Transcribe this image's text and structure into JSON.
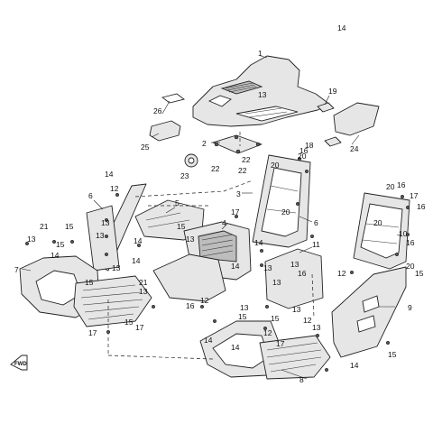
{
  "figure": {
    "badge_text": "FWD",
    "callouts": [
      {
        "id": "c1",
        "text": "1"
      },
      {
        "id": "c2",
        "text": "2"
      },
      {
        "id": "c3",
        "text": "3"
      },
      {
        "id": "c4",
        "text": "4"
      },
      {
        "id": "c5",
        "text": "5"
      },
      {
        "id": "c6a",
        "text": "6"
      },
      {
        "id": "c6b",
        "text": "6"
      },
      {
        "id": "c7",
        "text": "7"
      },
      {
        "id": "c8",
        "text": "8"
      },
      {
        "id": "c9",
        "text": "9"
      },
      {
        "id": "c10",
        "text": "10"
      },
      {
        "id": "c11",
        "text": "11"
      },
      {
        "id": "c12a",
        "text": "12"
      },
      {
        "id": "c12b",
        "text": "12"
      },
      {
        "id": "c12c",
        "text": "12"
      },
      {
        "id": "c12d",
        "text": "12"
      },
      {
        "id": "c12e",
        "text": "12"
      },
      {
        "id": "c13a",
        "text": "13"
      },
      {
        "id": "c13b",
        "text": "13"
      },
      {
        "id": "c13c",
        "text": "13"
      },
      {
        "id": "c13d",
        "text": "13"
      },
      {
        "id": "c13e",
        "text": "13"
      },
      {
        "id": "c13f",
        "text": "13"
      },
      {
        "id": "c13g",
        "text": "13"
      },
      {
        "id": "c13h",
        "text": "13"
      },
      {
        "id": "c13i",
        "text": "13"
      },
      {
        "id": "c13j",
        "text": "13"
      },
      {
        "id": "c13k",
        "text": "13"
      },
      {
        "id": "c13l",
        "text": "13"
      },
      {
        "id": "c13m",
        "text": "13"
      },
      {
        "id": "c14a",
        "text": "14"
      },
      {
        "id": "c14b",
        "text": "14"
      },
      {
        "id": "c14c",
        "text": "14"
      },
      {
        "id": "c14d",
        "text": "14"
      },
      {
        "id": "c14e",
        "text": "14"
      },
      {
        "id": "c14f",
        "text": "14"
      },
      {
        "id": "c14g",
        "text": "14"
      },
      {
        "id": "c14h",
        "text": "14"
      },
      {
        "id": "c14i",
        "text": "14"
      },
      {
        "id": "c14j",
        "text": "14"
      },
      {
        "id": "c15a",
        "text": "15"
      },
      {
        "id": "c15b",
        "text": "15"
      },
      {
        "id": "c15c",
        "text": "15"
      },
      {
        "id": "c15d",
        "text": "15"
      },
      {
        "id": "c15e",
        "text": "15"
      },
      {
        "id": "c15f",
        "text": "15"
      },
      {
        "id": "c15g",
        "text": "15"
      },
      {
        "id": "c15h",
        "text": "15"
      },
      {
        "id": "c15i",
        "text": "15"
      },
      {
        "id": "c16a",
        "text": "16"
      },
      {
        "id": "c16b",
        "text": "16"
      },
      {
        "id": "c16c",
        "text": "16"
      },
      {
        "id": "c16d",
        "text": "16"
      },
      {
        "id": "c16e",
        "text": "16"
      },
      {
        "id": "c16f",
        "text": "16"
      },
      {
        "id": "c17a",
        "text": "17"
      },
      {
        "id": "c17b",
        "text": "17"
      },
      {
        "id": "c17c",
        "text": "17"
      },
      {
        "id": "c17d",
        "text": "17"
      },
      {
        "id": "c17e",
        "text": "17"
      },
      {
        "id": "c18",
        "text": "18"
      },
      {
        "id": "c19",
        "text": "19"
      },
      {
        "id": "c20a",
        "text": "20"
      },
      {
        "id": "c20b",
        "text": "20"
      },
      {
        "id": "c20c",
        "text": "20"
      },
      {
        "id": "c20d",
        "text": "20"
      },
      {
        "id": "c20e",
        "text": "20"
      },
      {
        "id": "c20f",
        "text": "20"
      },
      {
        "id": "c21a",
        "text": "21"
      },
      {
        "id": "c21b",
        "text": "21"
      },
      {
        "id": "c22a",
        "text": "22"
      },
      {
        "id": "c22b",
        "text": "22"
      },
      {
        "id": "c22c",
        "text": "22"
      },
      {
        "id": "c23",
        "text": "23"
      },
      {
        "id": "c24",
        "text": "24"
      },
      {
        "id": "c25",
        "text": "25"
      },
      {
        "id": "c26",
        "text": "26"
      }
    ]
  }
}
